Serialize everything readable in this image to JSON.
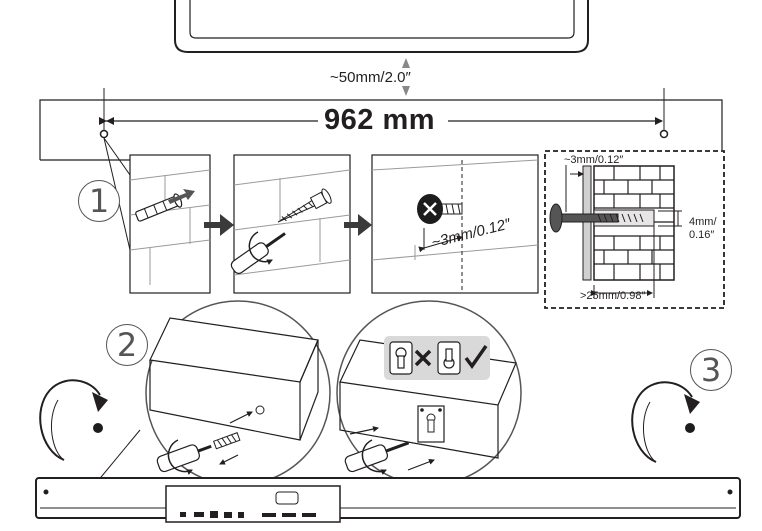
{
  "labels": {
    "tv_gap": "~50mm/2.0″",
    "bracket_span": "962 mm",
    "screw_depth": "~3mm/0.12″",
    "wall_gap": "~3mm/0.12″",
    "hole_diameter_mm": "4mm/",
    "hole_diameter_in": "0.16″",
    "hole_depth": ">25mm/0.98″"
  },
  "steps": [
    "1",
    "2",
    "3"
  ],
  "icons": {
    "wall_anchor": "wall-anchor-icon",
    "screw": "screw-icon",
    "screwdriver": "screwdriver-icon",
    "arrow": "arrow-right-icon",
    "rotate": "rotate-arrow-icon",
    "keyhole_wrong": "keyhole-wrong-icon",
    "keyhole_correct": "keyhole-correct-icon",
    "cross": "cross-icon",
    "check": "check-icon"
  },
  "colors": {
    "line": "#231f20",
    "label_fill": "#d9d9d9",
    "arrow_fill": "#3a3a3a",
    "brick_line": "#9a9a9a"
  }
}
